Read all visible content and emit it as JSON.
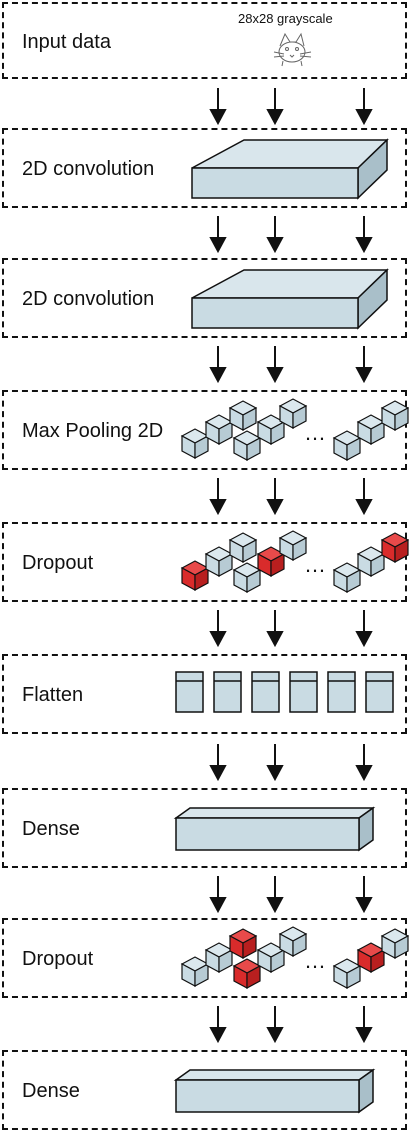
{
  "layers": [
    {
      "label": "Input data",
      "caption": "28x28 grayscale",
      "kind": "input"
    },
    {
      "label": "2D convolution",
      "kind": "conv"
    },
    {
      "label": "2D convolution",
      "kind": "conv"
    },
    {
      "label": "Max Pooling 2D",
      "kind": "pool"
    },
    {
      "label": "Dropout",
      "kind": "dropout"
    },
    {
      "label": "Flatten",
      "kind": "flatten"
    },
    {
      "label": "Dense",
      "kind": "dense"
    },
    {
      "label": "Dropout",
      "kind": "dropout"
    },
    {
      "label": "Dense",
      "kind": "dense"
    }
  ],
  "ellipsis": "…",
  "colors": {
    "block": "#c9dbe3",
    "block_side": "#b7cbd4",
    "dropped": "#d92b2b",
    "outline": "#111111"
  }
}
